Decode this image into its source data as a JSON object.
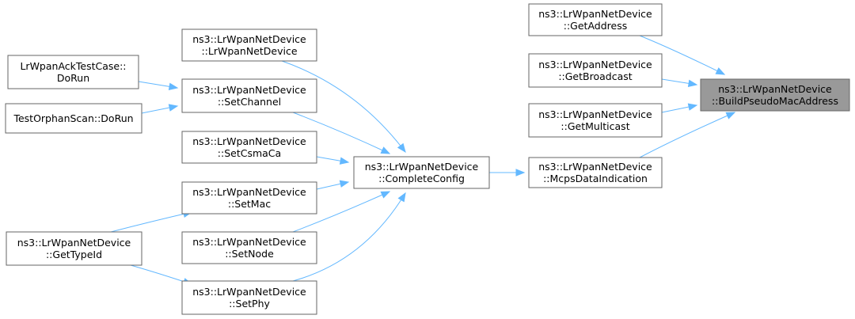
{
  "graph": {
    "nodes": [
      {
        "id": "build",
        "lines": [
          "ns3::LrWpanNetDevice",
          "::BuildPseudoMacAddress"
        ],
        "root": true
      },
      {
        "id": "getaddr",
        "lines": [
          "ns3::LrWpanNetDevice",
          "::GetAddress"
        ]
      },
      {
        "id": "getbcast",
        "lines": [
          "ns3::LrWpanNetDevice",
          "::GetBroadcast"
        ]
      },
      {
        "id": "getmcast",
        "lines": [
          "ns3::LrWpanNetDevice",
          "::GetMulticast"
        ]
      },
      {
        "id": "mcps",
        "lines": [
          "ns3::LrWpanNetDevice",
          "::McpsDataIndication"
        ]
      },
      {
        "id": "complete",
        "lines": [
          "ns3::LrWpanNetDevice",
          "::CompleteConfig"
        ]
      },
      {
        "id": "ctor",
        "lines": [
          "ns3::LrWpanNetDevice",
          "::LrWpanNetDevice"
        ]
      },
      {
        "id": "setchan",
        "lines": [
          "ns3::LrWpanNetDevice",
          "::SetChannel"
        ]
      },
      {
        "id": "setcsma",
        "lines": [
          "ns3::LrWpanNetDevice",
          "::SetCsmaCa"
        ]
      },
      {
        "id": "setmac",
        "lines": [
          "ns3::LrWpanNetDevice",
          "::SetMac"
        ]
      },
      {
        "id": "setnode",
        "lines": [
          "ns3::LrWpanNetDevice",
          "::SetNode"
        ]
      },
      {
        "id": "setphy",
        "lines": [
          "ns3::LrWpanNetDevice",
          "::SetPhy"
        ]
      },
      {
        "id": "acktest",
        "lines": [
          "LrWpanAckTestCase::",
          "DoRun"
        ]
      },
      {
        "id": "orphan",
        "lines": [
          "TestOrphanScan::DoRun"
        ]
      },
      {
        "id": "gettype",
        "lines": [
          "ns3::LrWpanNetDevice",
          "::GetTypeId"
        ]
      }
    ],
    "edges": [
      {
        "from": "getaddr",
        "to": "build"
      },
      {
        "from": "getbcast",
        "to": "build"
      },
      {
        "from": "getmcast",
        "to": "build"
      },
      {
        "from": "mcps",
        "to": "build"
      },
      {
        "from": "complete",
        "to": "mcps"
      },
      {
        "from": "ctor",
        "to": "complete"
      },
      {
        "from": "setchan",
        "to": "complete"
      },
      {
        "from": "setcsma",
        "to": "complete"
      },
      {
        "from": "setmac",
        "to": "complete"
      },
      {
        "from": "setnode",
        "to": "complete"
      },
      {
        "from": "setphy",
        "to": "complete"
      },
      {
        "from": "acktest",
        "to": "setchan"
      },
      {
        "from": "orphan",
        "to": "setchan"
      },
      {
        "from": "gettype",
        "to": "setmac"
      },
      {
        "from": "gettype",
        "to": "setphy"
      }
    ]
  }
}
